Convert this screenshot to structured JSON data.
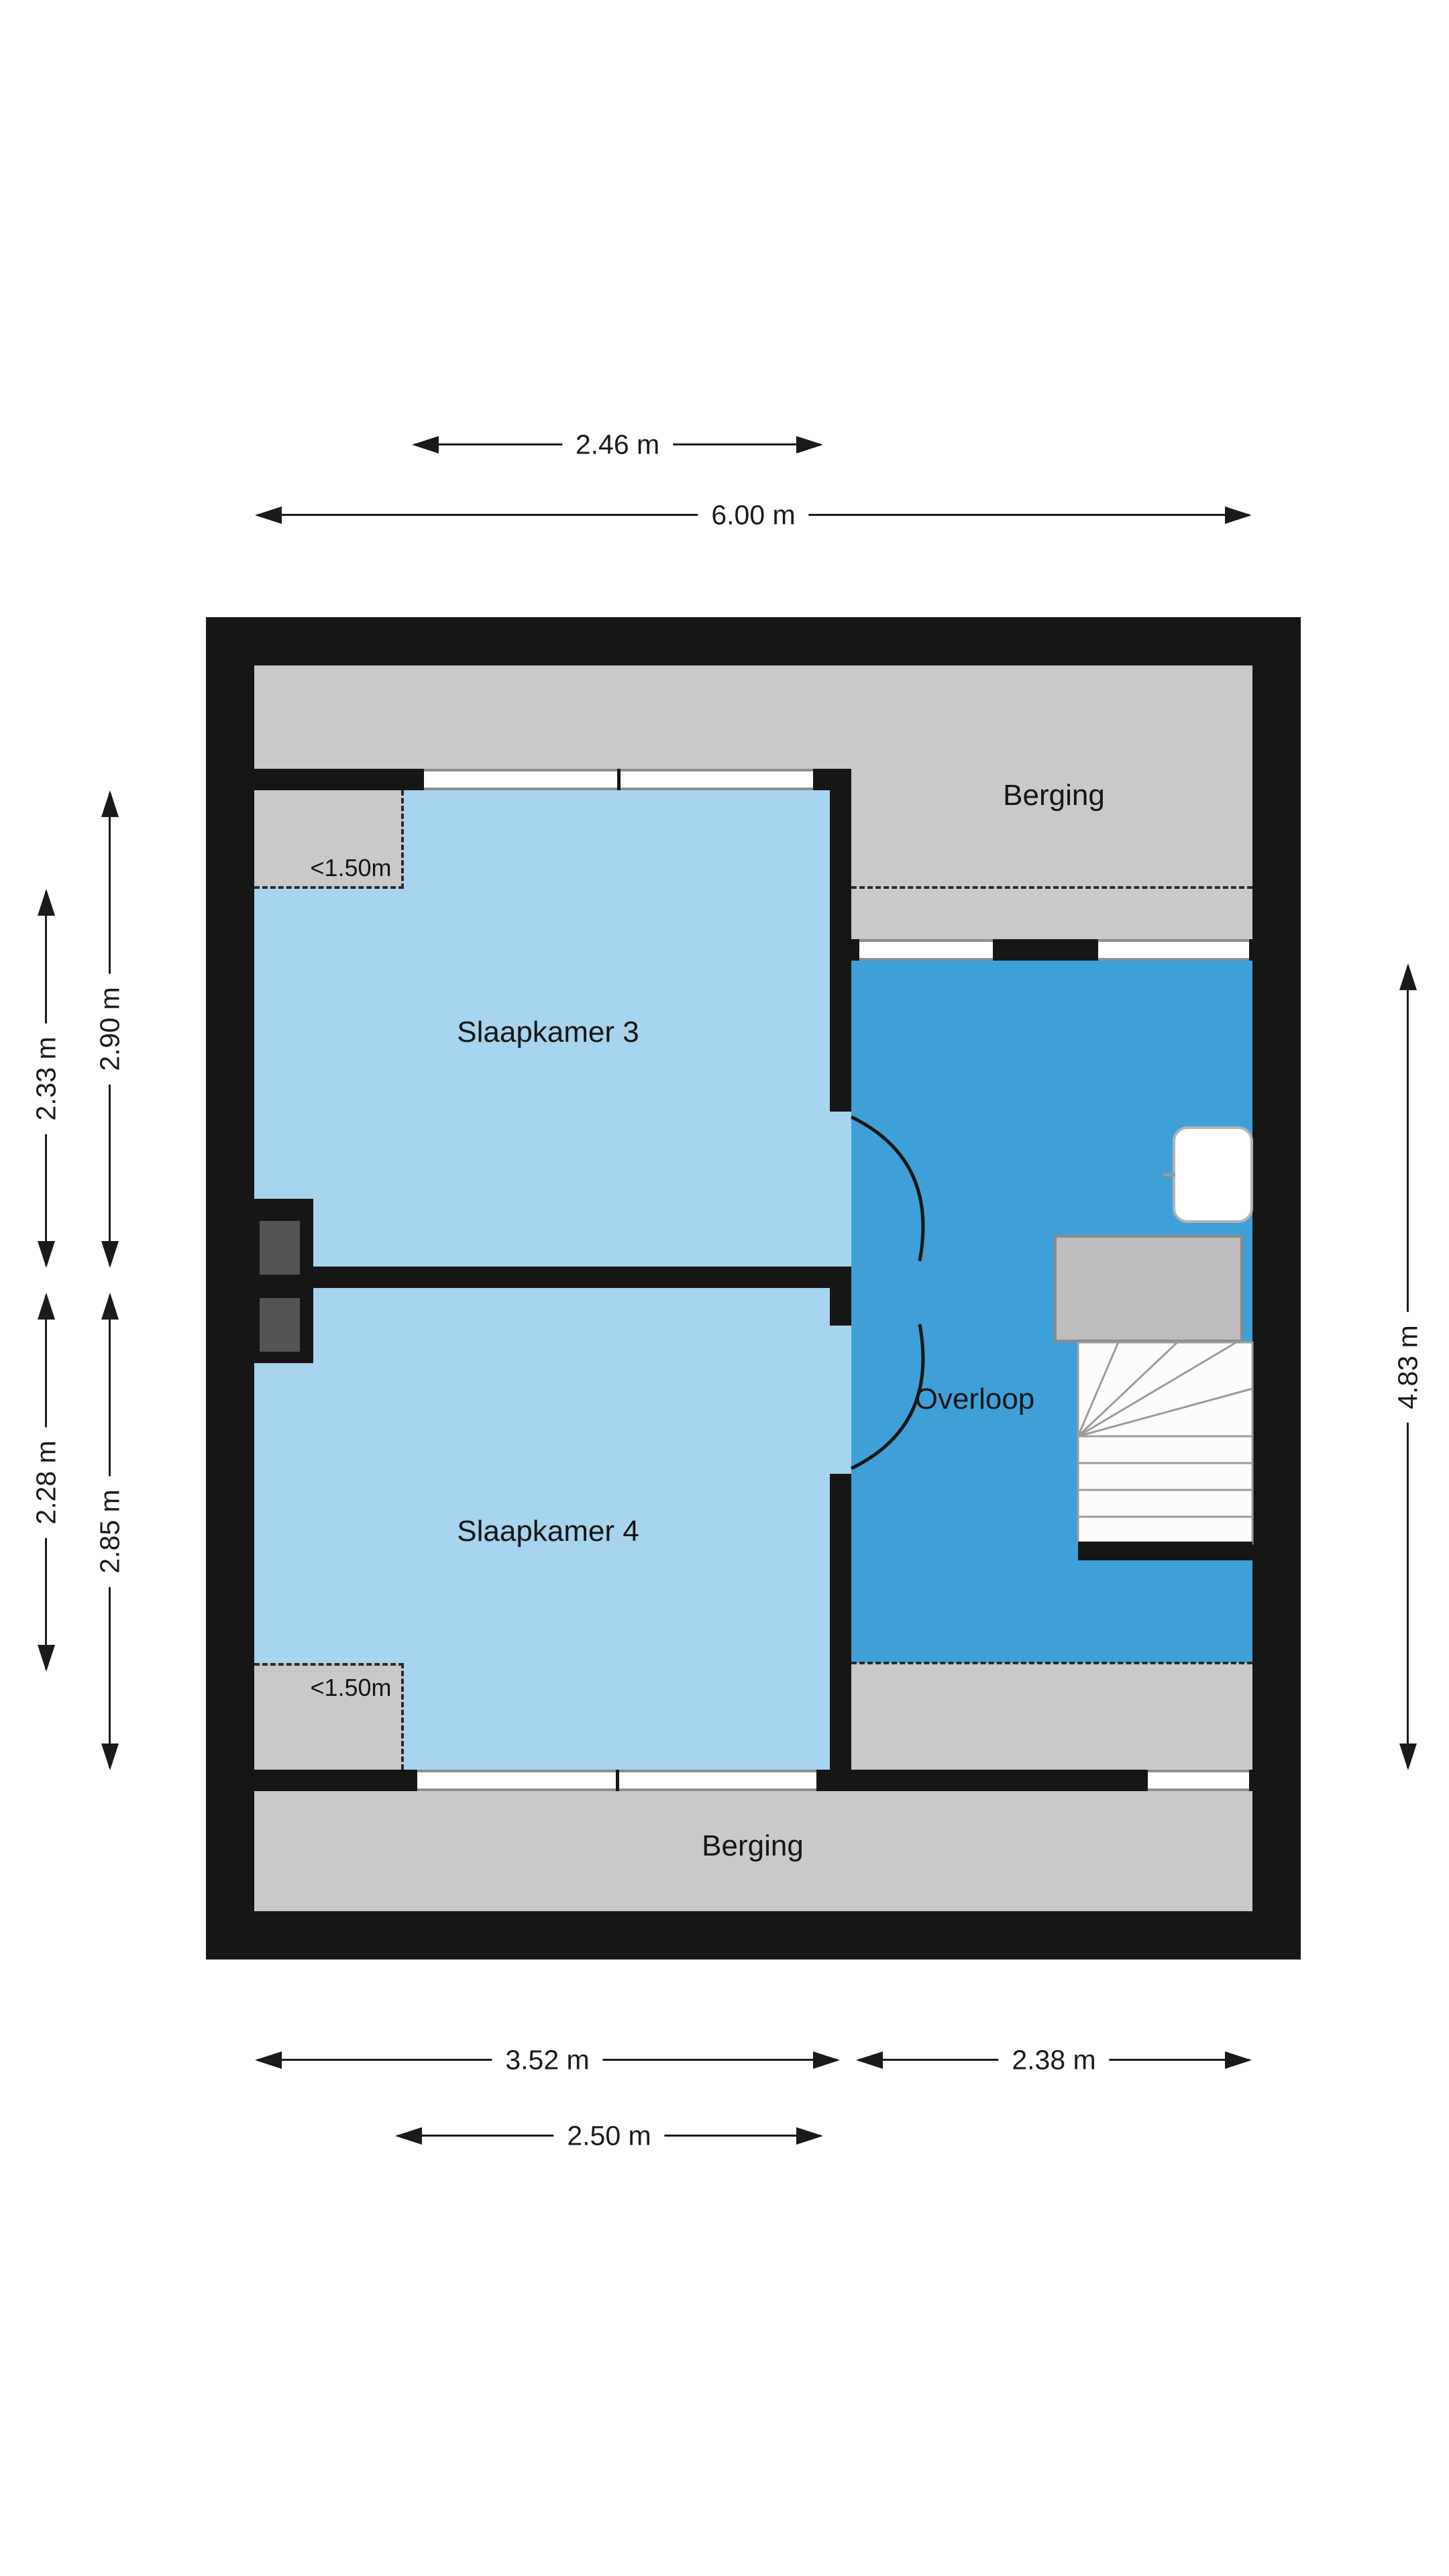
{
  "rooms": {
    "berging_top": "Berging",
    "slaapkamer3": "Slaapkamer 3",
    "overloop": "Overloop",
    "slaapkamer4": "Slaapkamer 4",
    "berging_bottom": "Berging"
  },
  "height_markers": {
    "top": "<1.50m",
    "bottom": "<1.50m"
  },
  "dimensions": {
    "top_window": "2.46 m",
    "top_total": "6.00 m",
    "left_upper_outer": "2.33 m",
    "left_upper_inner": "2.90 m",
    "left_lower_outer": "2.28 m",
    "left_lower_inner": "2.85 m",
    "right_overloop": "4.83 m",
    "bottom_left": "3.52 m",
    "bottom_right": "2.38 m",
    "bottom_window": "2.50 m"
  },
  "colors": {
    "wall": "#161616",
    "room_light": "#a6d4ee",
    "room_dark": "#3fa0d8",
    "attic_gray": "#c9c9c9"
  }
}
